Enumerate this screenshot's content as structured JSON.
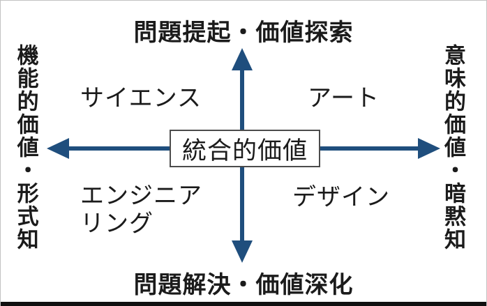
{
  "diagram": {
    "title_hint": "quadrant diagram of value creation",
    "axes": {
      "top": "問題提起・価値探索",
      "bottom": "問題解決・価値深化",
      "left": "機能的価値・形式知",
      "right": "意味的価値・暗黙知"
    },
    "center_box": "統合的価値",
    "quadrants": {
      "top_left": "サイエンス",
      "top_right": "アート",
      "bottom_left": "エンジニア\nリング",
      "bottom_right": "デザイン"
    },
    "colors": {
      "arrow": "#1f4e7d",
      "text": "#1b1b1b",
      "box_border": "#4b4b4b",
      "frame": "#c2c2c2",
      "bottom_bar": "#101010"
    }
  }
}
